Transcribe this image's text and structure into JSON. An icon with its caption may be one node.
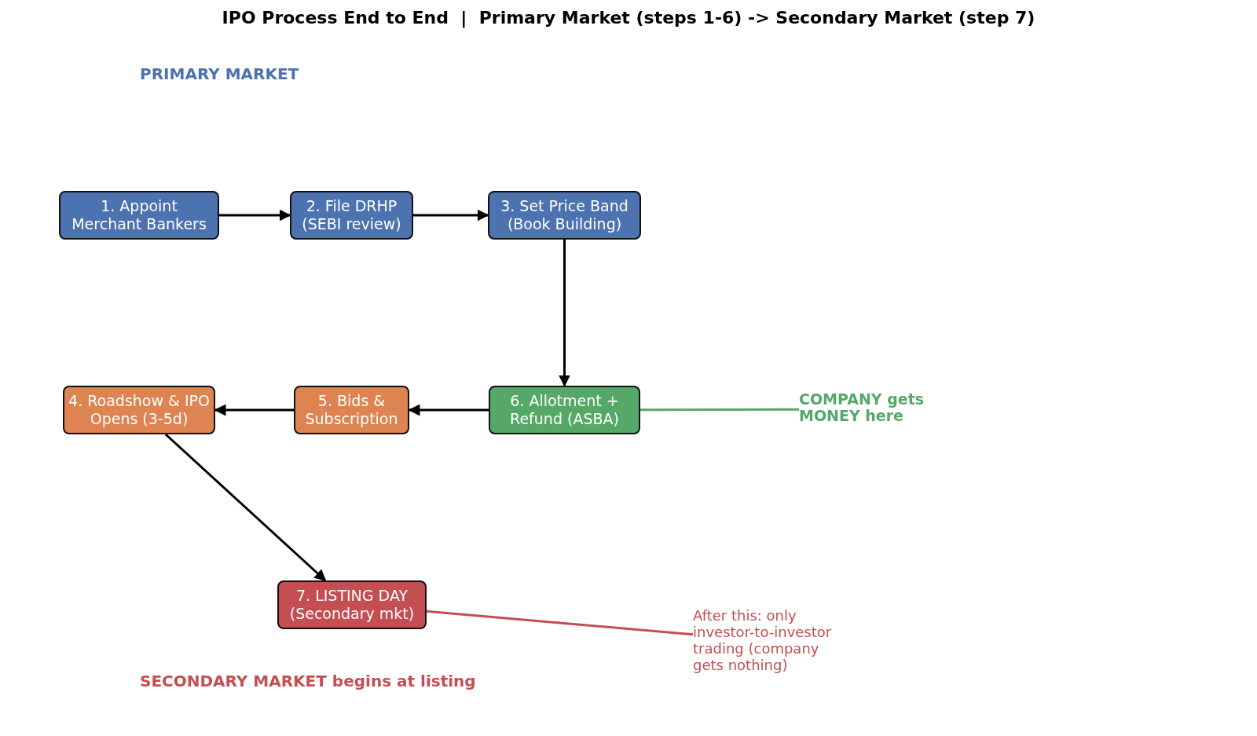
{
  "diagram": {
    "title": "IPO Process End to End  |  Primary Market (steps 1-6) -> Secondary Market (step 7)",
    "nodes": [
      {
        "text": [
          "1. Appoint Merchant Bankers"
        ]
      },
      {
        "text": [
          "2. File DRHP (SEBI review)"
        ]
      },
      {
        "text": [
          "3. Set Price Band (Book Building)"
        ]
      },
      {
        "text": [
          "4. Roadshow & IPO Opens (3-5d)"
        ]
      },
      {
        "text": [
          "5. Bids & Subscription"
        ]
      },
      {
        "text": [
          "6. Allotment + Refund (ASBA)"
        ]
      },
      {
        "text": [
          "7. LISTING DAY (Secondary mkt)"
        ]
      },
      {
        "text": [
          "COMPANY gets MONEY here"
        ]
      },
      {
        "text": [
          "After this: only investor-to-investor trading (company gets nothing)"
        ]
      }
    ],
    "edges": [
      {
        "from": 0,
        "to": 1,
        "arrow": "to"
      },
      {
        "from": 1,
        "to": 2,
        "arrow": "to"
      },
      {
        "from": 2,
        "to": 5,
        "arrow": "to"
      },
      {
        "from": 5,
        "to": 4,
        "arrow": "to"
      },
      {
        "from": 4,
        "to": 3,
        "arrow": "to"
      },
      {
        "from": 3,
        "to": 6,
        "arrow": "to"
      },
      {
        "from": 5,
        "to": 7,
        "arrow": "none",
        "color": "#55a868"
      },
      {
        "from": 6,
        "to": 8,
        "arrow": "none",
        "color": "#c44e52"
      }
    ],
    "labels": [
      "PRIMARY MARKET",
      "SECONDARY MARKET begins at listing"
    ]
  }
}
